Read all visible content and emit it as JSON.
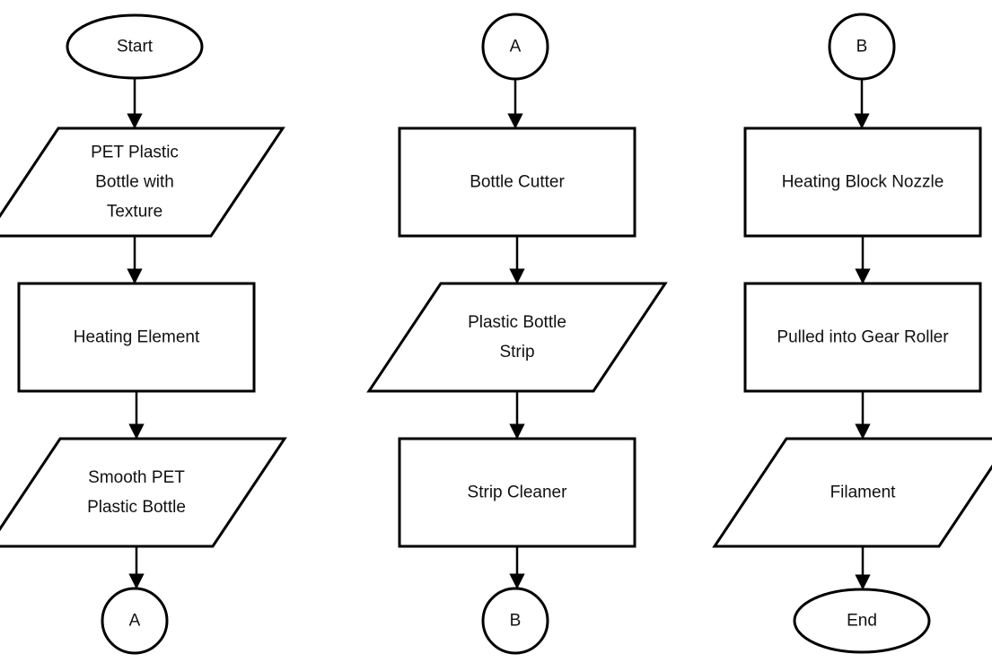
{
  "diagram": {
    "nodes": [
      {
        "id": "start",
        "kind": "terminator",
        "lines": [
          "Start"
        ]
      },
      {
        "id": "pet-bottle",
        "kind": "data",
        "lines": [
          "PET Plastic",
          "Bottle with",
          "Texture"
        ]
      },
      {
        "id": "heating-el",
        "kind": "process",
        "lines": [
          "Heating Element"
        ]
      },
      {
        "id": "smooth-pet",
        "kind": "data",
        "lines": [
          "Smooth PET",
          "Plastic Bottle"
        ]
      },
      {
        "id": "conn-a-out",
        "kind": "connector",
        "lines": [
          "A"
        ]
      },
      {
        "id": "conn-a-in",
        "kind": "connector",
        "lines": [
          "A"
        ]
      },
      {
        "id": "cutter",
        "kind": "process",
        "lines": [
          "Bottle Cutter"
        ]
      },
      {
        "id": "strip",
        "kind": "data",
        "lines": [
          "Plastic Bottle",
          "Strip"
        ]
      },
      {
        "id": "cleaner",
        "kind": "process",
        "lines": [
          "Strip Cleaner"
        ]
      },
      {
        "id": "conn-b-out",
        "kind": "connector",
        "lines": [
          "B"
        ]
      },
      {
        "id": "conn-b-in",
        "kind": "connector",
        "lines": [
          "B"
        ]
      },
      {
        "id": "nozzle",
        "kind": "process",
        "lines": [
          "Heating Block Nozzle"
        ]
      },
      {
        "id": "gear",
        "kind": "process",
        "lines": [
          "Pulled into Gear Roller"
        ]
      },
      {
        "id": "filament",
        "kind": "data",
        "lines": [
          "Filament"
        ]
      },
      {
        "id": "end",
        "kind": "terminator",
        "lines": [
          "End"
        ]
      }
    ],
    "edges": [
      [
        "start",
        "pet-bottle"
      ],
      [
        "pet-bottle",
        "heating-el"
      ],
      [
        "heating-el",
        "smooth-pet"
      ],
      [
        "smooth-pet",
        "conn-a-out"
      ],
      [
        "conn-a-in",
        "cutter"
      ],
      [
        "cutter",
        "strip"
      ],
      [
        "strip",
        "cleaner"
      ],
      [
        "cleaner",
        "conn-b-out"
      ],
      [
        "conn-b-in",
        "nozzle"
      ],
      [
        "nozzle",
        "gear"
      ],
      [
        "gear",
        "filament"
      ],
      [
        "filament",
        "end"
      ]
    ]
  }
}
